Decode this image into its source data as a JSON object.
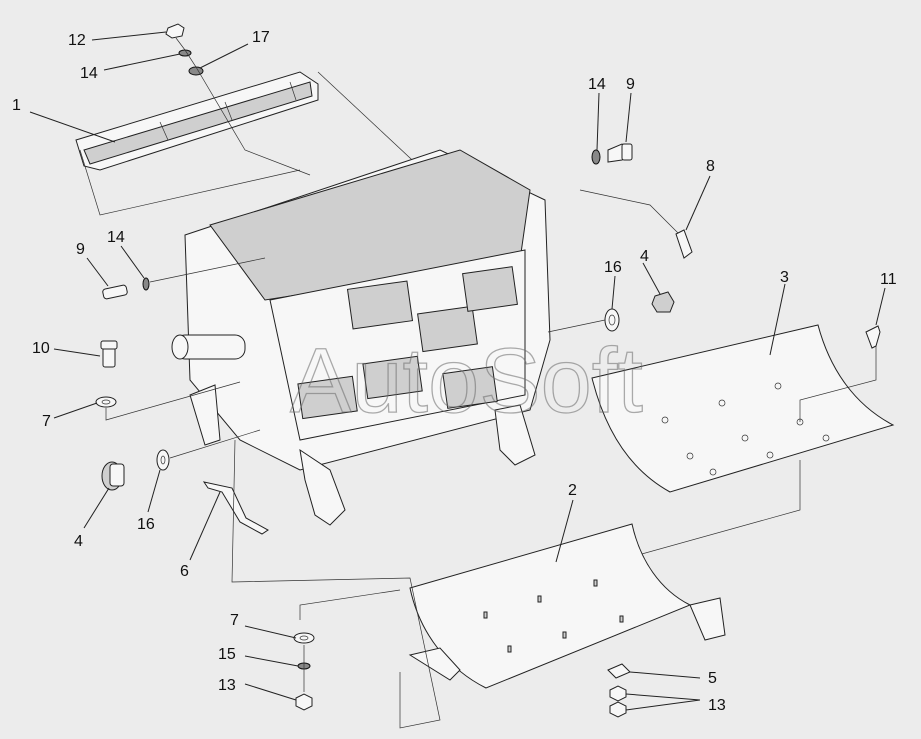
{
  "watermark": "AutoSoft",
  "callouts": [
    {
      "id": "callout-1",
      "text": "1"
    },
    {
      "id": "callout-2",
      "text": "2"
    },
    {
      "id": "callout-3",
      "text": "3"
    },
    {
      "id": "callout-4-right",
      "text": "4"
    },
    {
      "id": "callout-4-left",
      "text": "4"
    },
    {
      "id": "callout-5",
      "text": "5"
    },
    {
      "id": "callout-6",
      "text": "6"
    },
    {
      "id": "callout-7-upper",
      "text": "7"
    },
    {
      "id": "callout-7-lower",
      "text": "7"
    },
    {
      "id": "callout-8",
      "text": "8"
    },
    {
      "id": "callout-9-right",
      "text": "9"
    },
    {
      "id": "callout-9-left",
      "text": "9"
    },
    {
      "id": "callout-10",
      "text": "10"
    },
    {
      "id": "callout-11",
      "text": "11"
    },
    {
      "id": "callout-12",
      "text": "12"
    },
    {
      "id": "callout-13-lower",
      "text": "13"
    },
    {
      "id": "callout-13-right",
      "text": "13"
    },
    {
      "id": "callout-14-top",
      "text": "14"
    },
    {
      "id": "callout-14-right",
      "text": "14"
    },
    {
      "id": "callout-14-left",
      "text": "14"
    },
    {
      "id": "callout-15",
      "text": "15"
    },
    {
      "id": "callout-16-right",
      "text": "16"
    },
    {
      "id": "callout-16-left",
      "text": "16"
    },
    {
      "id": "callout-17",
      "text": "17"
    }
  ]
}
